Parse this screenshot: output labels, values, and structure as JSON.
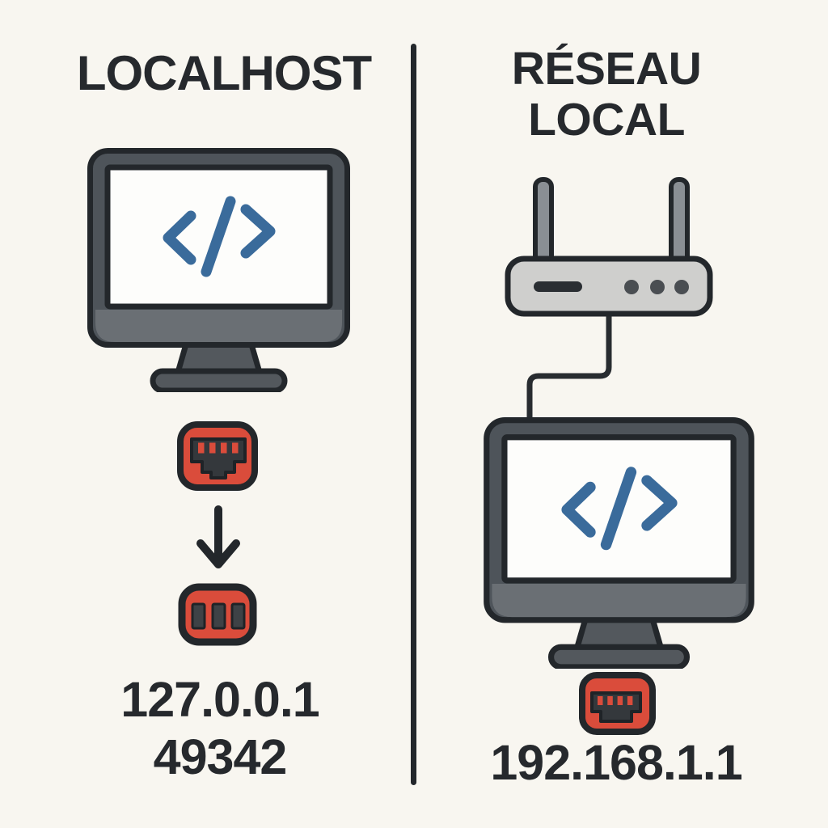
{
  "diagram": {
    "description": "Comparison diagram: localhost versus local network",
    "language": "French"
  },
  "colors": {
    "background": "#F8F6F0",
    "ink": "#23272B",
    "text": "#26292D",
    "monitor_frame": "#4E545A",
    "monitor_chin": "#6A6F74",
    "monitor_stand": "#53585D",
    "screen": "#FDFDFB",
    "code_blue": "#3A6B9B",
    "port_red": "#DA4C3B",
    "jack_dark": "#34383C",
    "router_body": "#CFCFCD",
    "antenna_gray": "#8A8F94",
    "dot_dark": "#4A4E52",
    "bar_dark": "#3E4246"
  },
  "left_panel": {
    "title": "LOCALHOST",
    "ip_address": "127.0.0.1",
    "port_number": "49342",
    "icons": {
      "monitor": "computer-monitor-with-code-glyph",
      "code_glyph": "</>",
      "ethernet_port": "ethernet-port-rj45",
      "arrow": "arrow-down",
      "connector": "port-connector-three-pins"
    }
  },
  "right_panel": {
    "title_line1": "RÉSEAU",
    "title_line2": "LOCAL",
    "ip_address": "192.168.1.1",
    "icons": {
      "router": "wifi-router-two-antennas",
      "cable": "ethernet-cable",
      "monitor": "computer-monitor-with-code-glyph",
      "code_glyph": "</>",
      "ethernet_port": "ethernet-port-rj45"
    }
  }
}
